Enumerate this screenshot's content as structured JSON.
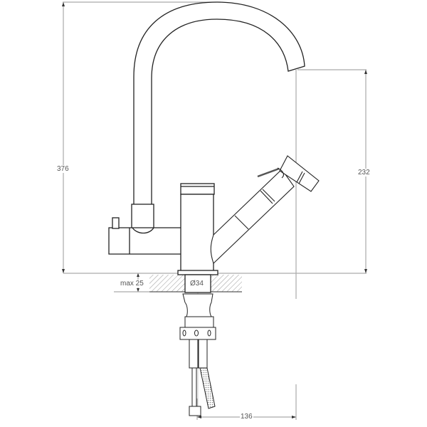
{
  "diagram": {
    "type": "technical-drawing",
    "subject": "kitchen faucet with pull-out side spray",
    "colors": {
      "outline": "#222222",
      "dimension_line": "#aaaaaa",
      "hatch": "#999999",
      "background": "#ffffff"
    },
    "dimensions": {
      "total_height": "376",
      "spout_height": "232",
      "countertop_thickness": "max 25",
      "mount_hole_diameter": "Ø34",
      "spout_reach": "136"
    }
  }
}
